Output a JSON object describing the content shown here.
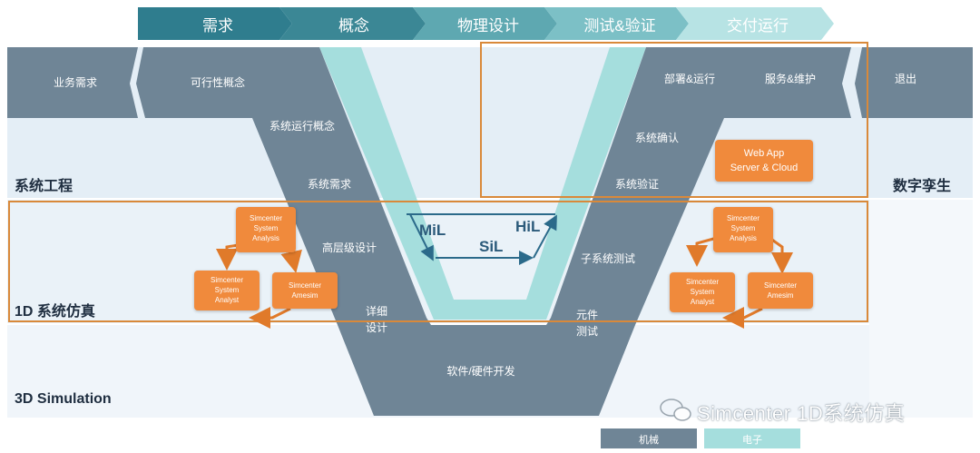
{
  "phases": [
    "需求",
    "概念",
    "物理设计",
    "测试&验证",
    "交付运行"
  ],
  "bands": {
    "system_engineering": "系统工程",
    "sim_1d": "1D 系统仿真",
    "sim_3d": "3D Simulation",
    "digital_twin": "数字孪生"
  },
  "top_blocks": {
    "business_needs": "业务需求",
    "feasibility": "可行性概念",
    "deploy_run": "部署&运行",
    "service_maintain": "服务&维护",
    "exit": "退出"
  },
  "v_labels": {
    "sys_concept": "系统运行概念",
    "sys_requirements": "系统需求",
    "high_level_design": "高层级设计",
    "detail_design_1": "详细",
    "detail_design_2": "设计",
    "sw_hw_dev": "软件/硬件开发",
    "component_test_1": "元件",
    "component_test_2": "测试",
    "subsystem_test": "子系统测试",
    "sys_verification": "系统验证",
    "sys_validation": "系统确认"
  },
  "loops": {
    "mil": "MiL",
    "sil": "SiL",
    "hil": "HiL"
  },
  "cloud_box": {
    "line1": "Web App",
    "line2": "Server & Cloud"
  },
  "left_cycle": {
    "top": [
      "Simcenter",
      "System",
      "Analysis"
    ],
    "left": [
      "Simcenter",
      "System",
      "Analyst"
    ],
    "right": [
      "Simcenter",
      "Amesim"
    ]
  },
  "right_cycle": {
    "top": [
      "Simcenter",
      "System",
      "Analysis"
    ],
    "left": [
      "Simcenter",
      "System",
      "Analyst"
    ],
    "right": [
      "Simcenter",
      "Amesim"
    ]
  },
  "legend": {
    "mechanical": "机械",
    "electrical": "电子"
  },
  "watermark": "Simcenter 1D系统仿真",
  "colors": {
    "slate": "#6f8596",
    "teal": "#a5dedd",
    "orange": "#f08a3c",
    "band": "#eaf2f8",
    "frame_orange": "#d9893a"
  }
}
